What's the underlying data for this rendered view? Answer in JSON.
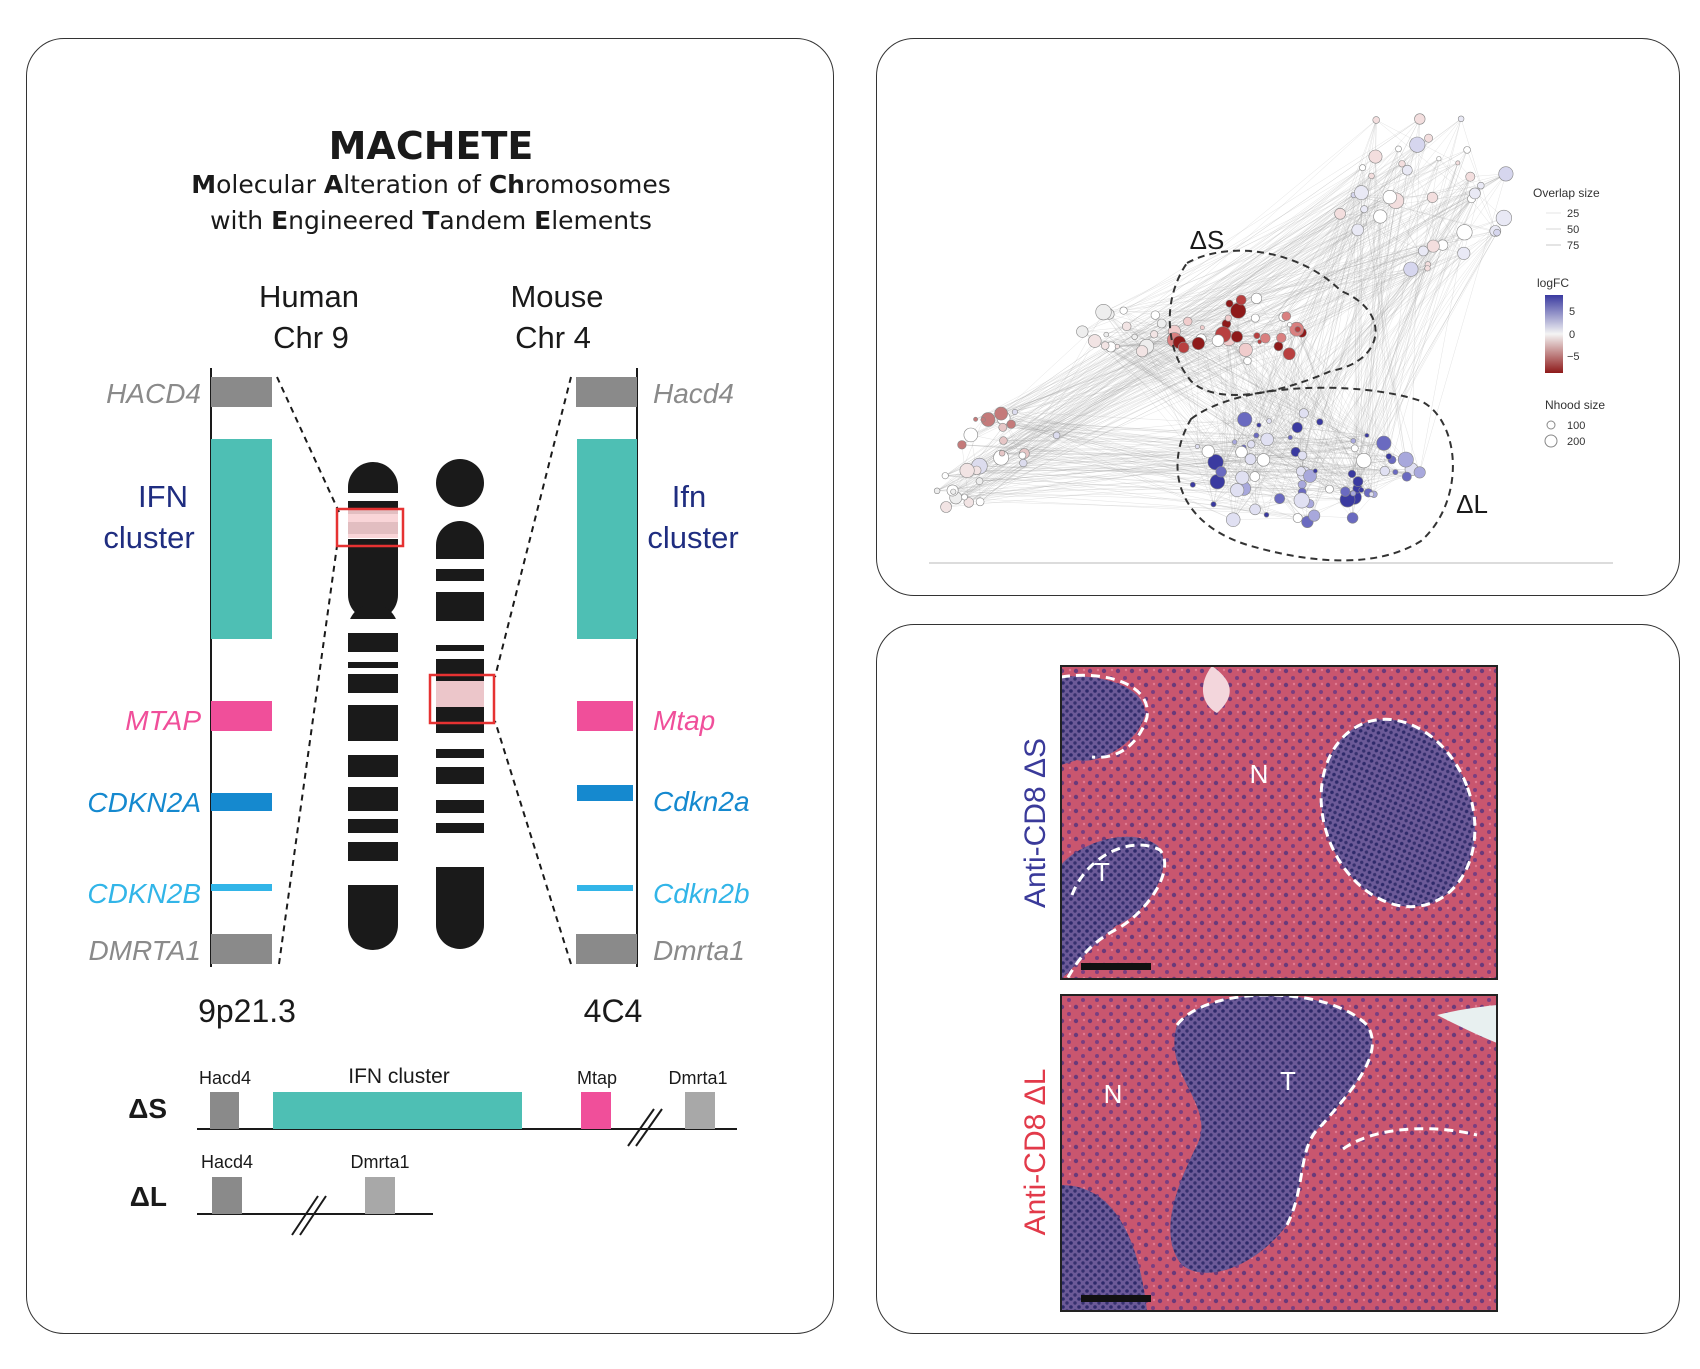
{
  "colors": {
    "ifn_teal": "#4ebfb4",
    "mtap_pink": "#f04f9a",
    "cdkn2a_blue": "#1589cf",
    "cdkn2b_lightblue": "#32b5e8",
    "gray_band": "#8a8a8a",
    "navy_label": "#1f2d80",
    "highlight_red": "#e63232",
    "he_pink": "#c85070",
    "tumor_purple": "#5a4a8e",
    "logfc_blue": "#3a3aa0",
    "logfc_red": "#8e1a1a"
  },
  "left": {
    "title": "MACHETE",
    "subtitle_line1": [
      {
        "t": "M",
        "b": true
      },
      {
        "t": "olecular ",
        "b": false
      },
      {
        "t": "A",
        "b": true
      },
      {
        "t": "lteration of ",
        "b": false
      },
      {
        "t": "Ch",
        "b": true
      },
      {
        "t": "romosomes",
        "b": false
      }
    ],
    "subtitle_line2": [
      {
        "t": "with ",
        "b": false
      },
      {
        "t": "E",
        "b": true
      },
      {
        "t": "ngineered ",
        "b": false
      },
      {
        "t": "T",
        "b": true
      },
      {
        "t": "andem ",
        "b": false
      },
      {
        "t": "E",
        "b": true
      },
      {
        "t": "lements",
        "b": false
      }
    ],
    "human_line1": "Human",
    "human_line2": "Chr 9",
    "mouse_line1": "Mouse",
    "mouse_line2": "Chr 4",
    "human_genes": {
      "hacd4": "HACD4",
      "ifn1": "IFN",
      "ifn2": "cluster",
      "mtap": "MTAP",
      "cdkn2a": "CDKN2A",
      "cdkn2b": "CDKN2B",
      "dmrta1": "DMRTA1"
    },
    "mouse_genes": {
      "hacd4": "Hacd4",
      "ifn1": "Ifn",
      "ifn2": "cluster",
      "mtap": "Mtap",
      "cdkn2a": "Cdkn2a",
      "cdkn2b": "Cdkn2b",
      "dmrta1": "Dmrta1"
    },
    "human_locus": "9p21.3",
    "mouse_locus": "4C4",
    "deletions": {
      "ds_label": "ΔS",
      "ds_hacd4": "Hacd4",
      "ds_ifn": "IFN cluster",
      "ds_mtap": "Mtap",
      "ds_dmrta1": "Dmrta1",
      "dl_label": "ΔL",
      "dl_hacd4": "Hacd4",
      "dl_dmrta1": "Dmrta1"
    }
  },
  "network": {
    "ds_label": "ΔS",
    "dl_label": "ΔL",
    "legend": {
      "overlap_title": "Overlap size",
      "overlap_values": [
        "25",
        "50",
        "75"
      ],
      "logfc_title": "logFC",
      "logfc_ticks": [
        "5",
        "0",
        "−5"
      ],
      "nhood_title": "Nhood size",
      "nhood_values": [
        "100",
        "200"
      ]
    }
  },
  "histology": {
    "top_label_prefix": "Anti-CD8 ",
    "top_label_delta": "ΔS",
    "bottom_label_prefix": "Anti-CD8 ",
    "bottom_label_delta": "ΔL",
    "top_n": "N",
    "top_t": "T",
    "bottom_n": "N",
    "bottom_t": "T"
  }
}
